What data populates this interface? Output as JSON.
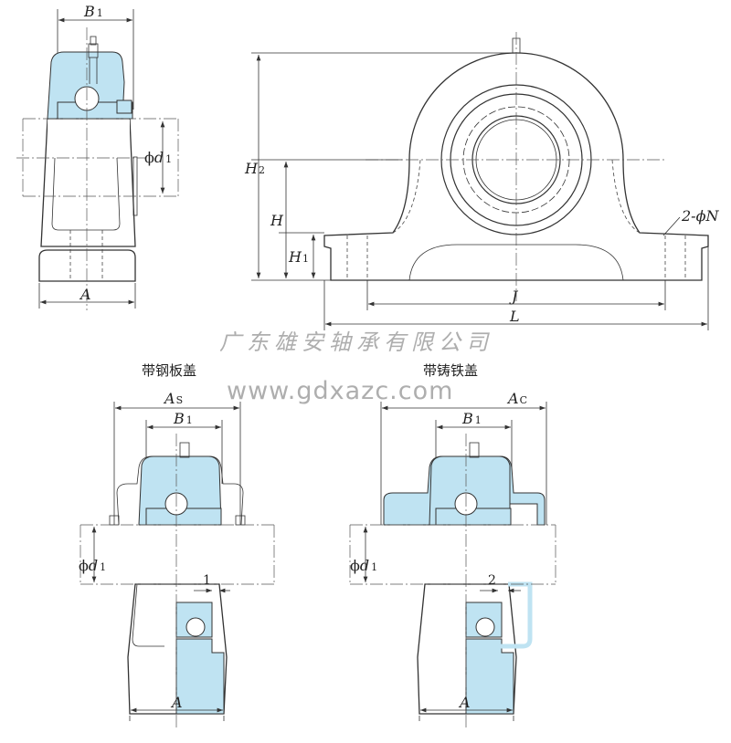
{
  "watermark": {
    "company": "广东雄安轴承有限公司",
    "website": "www.gdxazc.com"
  },
  "side_view": {
    "b1": {
      "main": "B",
      "sub": "1"
    },
    "d1": {
      "prefix": "ϕ",
      "main": "d",
      "sub": "1"
    },
    "a": {
      "main": "A"
    }
  },
  "front_view": {
    "h2": {
      "main": "H",
      "sub": "2"
    },
    "h": {
      "main": "H"
    },
    "h1": {
      "main": "H",
      "sub": "1"
    },
    "n": {
      "main": "2-ϕN"
    },
    "j": {
      "main": "J"
    },
    "l": {
      "main": "L"
    }
  },
  "steel_cover": {
    "title": "带钢板盖",
    "as": {
      "main": "A",
      "sub": "S"
    },
    "b1": {
      "main": "B",
      "sub": "1"
    },
    "d1": {
      "prefix": "ϕ",
      "main": "d",
      "sub": "1"
    },
    "detail": "1",
    "a": {
      "main": "A"
    }
  },
  "cast_cover": {
    "title": "带铸铁盖",
    "ac": {
      "main": "A",
      "sub": "C"
    },
    "b1": {
      "main": "B",
      "sub": "1"
    },
    "d1": {
      "prefix": "ϕ",
      "main": "d",
      "sub": "1"
    },
    "detail": "2",
    "a": {
      "main": "A"
    }
  }
}
